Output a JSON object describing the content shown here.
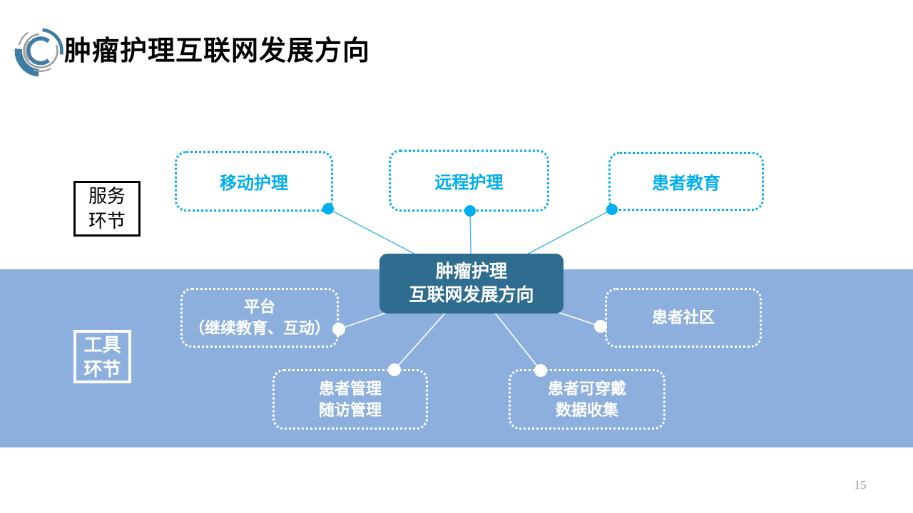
{
  "slide": {
    "title": "肿瘤护理互联网发展方向",
    "page_number": "15"
  },
  "icons": {
    "logo": "concentric-arcs-logo"
  },
  "labels": {
    "service": "服务\n环节",
    "tool": "工具\n环节"
  },
  "center": {
    "label": "肿瘤护理\n互联网发展方向"
  },
  "service_nodes": [
    {
      "label": "移动护理"
    },
    {
      "label": "远程护理"
    },
    {
      "label": "患者教育"
    }
  ],
  "tool_nodes": [
    {
      "label": "平台\n（继续教育、互动）"
    },
    {
      "label": "患者管理\n随访管理"
    },
    {
      "label": "患者可穿戴\n数据收集"
    },
    {
      "label": "患者社区"
    }
  ],
  "colors": {
    "accent_cyan": "#00aeef",
    "line_cyan": "#3db6ea",
    "band_blue": "#8dafdd",
    "center_node_fill": "#2e6c90",
    "logo_blue": "#3d7da5",
    "logo_gray": "#9c9c9c",
    "page_number_gray": "#8a95a0"
  }
}
